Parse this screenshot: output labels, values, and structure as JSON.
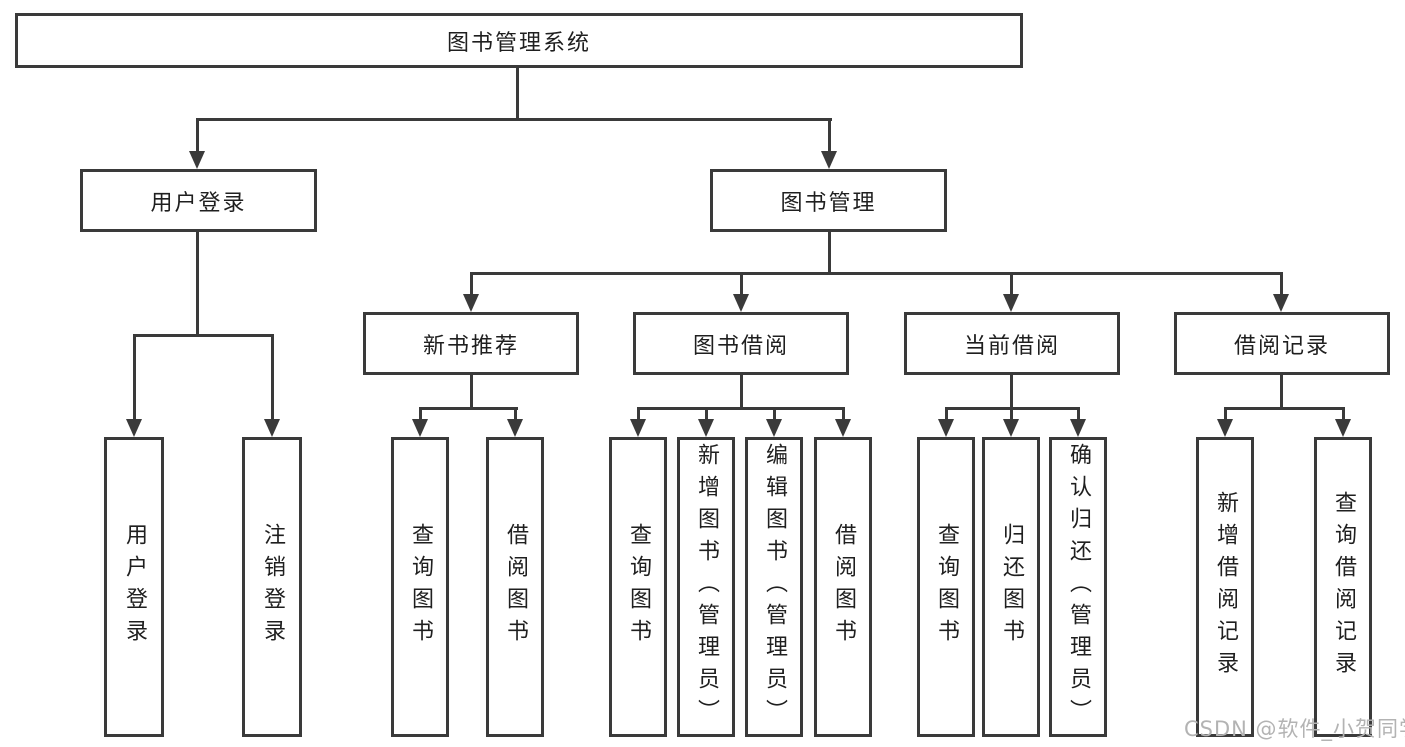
{
  "diagram": {
    "root": {
      "label": "图书管理系统"
    },
    "branches": [
      {
        "label": "用户登录",
        "children": [
          {
            "label": "用户登录"
          },
          {
            "label": "注销登录"
          }
        ]
      },
      {
        "label": "图书管理",
        "children": [
          {
            "label": "新书推荐",
            "children": [
              {
                "label": "查询图书"
              },
              {
                "label": "借阅图书"
              }
            ]
          },
          {
            "label": "图书借阅",
            "children": [
              {
                "label": "查询图书"
              },
              {
                "label": "新增图书（管理员）"
              },
              {
                "label": "编辑图书（管理员）"
              },
              {
                "label": "借阅图书"
              }
            ]
          },
          {
            "label": "当前借阅",
            "children": [
              {
                "label": "查询图书"
              },
              {
                "label": "归还图书"
              },
              {
                "label": "确认归还（管理员）"
              }
            ]
          },
          {
            "label": "借阅记录",
            "children": [
              {
                "label": "新增借阅记录"
              },
              {
                "label": "查询借阅记录"
              }
            ]
          }
        ]
      }
    ]
  },
  "watermark": {
    "text": "CSDN @软件_小贺同学"
  },
  "colors": {
    "line": "#3a3a3a",
    "text": "#1f1f1f",
    "background": "#ffffff",
    "watermark": "#b3b3b3"
  }
}
